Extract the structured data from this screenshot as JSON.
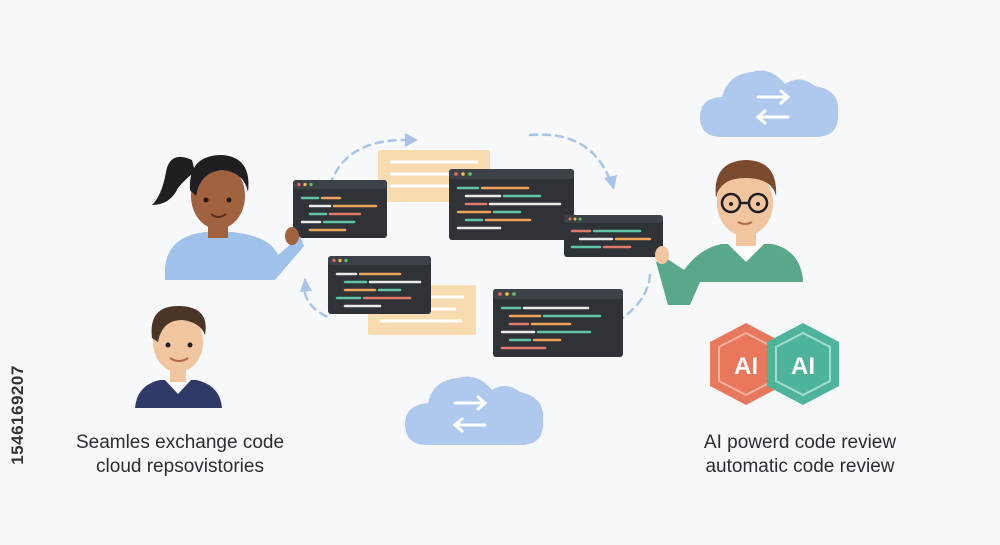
{
  "left_caption": {
    "line1": "Seamles exchange code",
    "line2": "cloud repsovistories"
  },
  "right_caption": {
    "line1": "AI powerd code review",
    "line2": "automatic code review"
  },
  "badges": {
    "left": "AI",
    "right": "AI"
  },
  "stock_id": "1546169207",
  "colors": {
    "badge_orange": "#e8785c",
    "badge_green": "#4db39a",
    "cloud_blue": "#aec8ee",
    "code_window": "#2f3338",
    "note_yellow": "#f8dcb0",
    "arrow_blue": "#a9c4e8"
  }
}
